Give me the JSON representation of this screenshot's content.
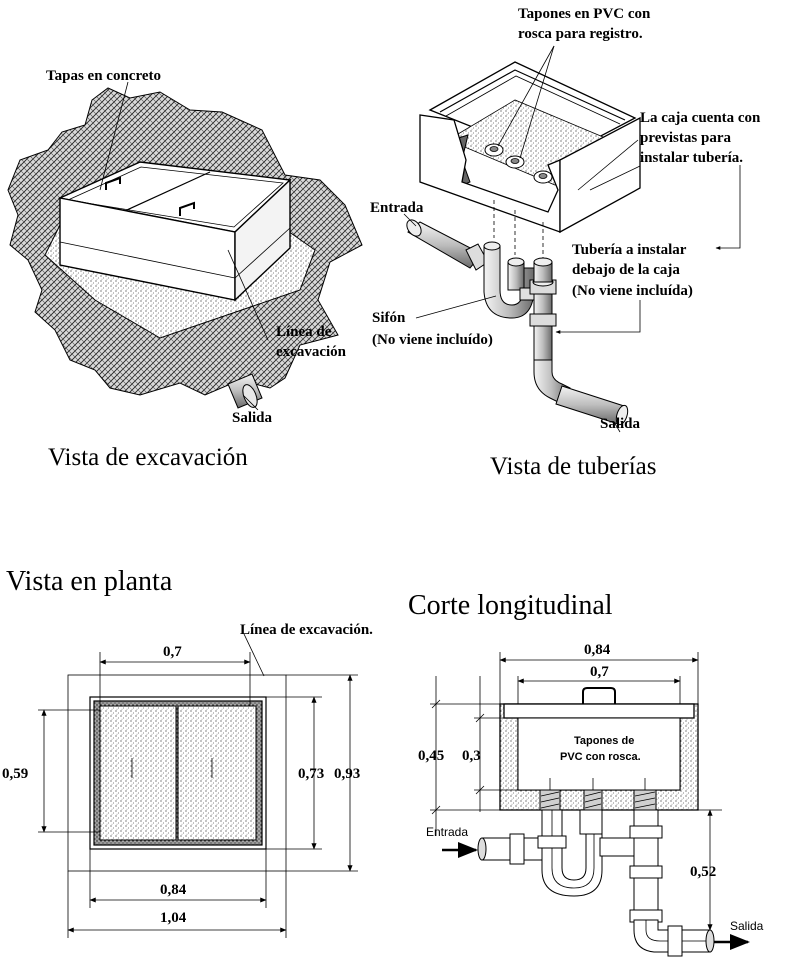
{
  "excavation_view": {
    "caption": "Vista de excavación",
    "label_lids": "Tapas en concreto",
    "label_excavation_line": [
      "Línea de",
      "excavación"
    ],
    "label_outlet": "Salida"
  },
  "pipes_view": {
    "caption": "Vista de tuberías",
    "label_plugs": [
      "Tapones en PVC con",
      "rosca para registro."
    ],
    "label_box": [
      "La caja cuenta con",
      "previstas para",
      "instalar tubería."
    ],
    "label_inlet": "Entrada",
    "label_pipe": [
      "Tubería a instalar",
      "debajo de la caja",
      "(No viene incluída)"
    ],
    "label_siphon": [
      "Sifón",
      "(No viene incluído)"
    ],
    "label_outlet": "Salida"
  },
  "plan_view": {
    "title": "Vista en planta",
    "label_excavation": "Línea de excavación.",
    "dims": {
      "top": "0,7",
      "left": "0,59",
      "right_inner": "0,73",
      "right_outer": "0,93",
      "bottom_inner": "0,84",
      "bottom_outer": "1,04"
    }
  },
  "section_view": {
    "title": "Corte longitudinal",
    "dims": {
      "top_outer": "0,84",
      "top_inner": "0,7",
      "left_outer": "0,45",
      "left_inner": "0,3",
      "right": "0,52"
    },
    "label_plugs": [
      "Tapones de",
      "PVC con rosca."
    ],
    "label_inlet": "Entrada",
    "label_outlet": "Salida"
  }
}
